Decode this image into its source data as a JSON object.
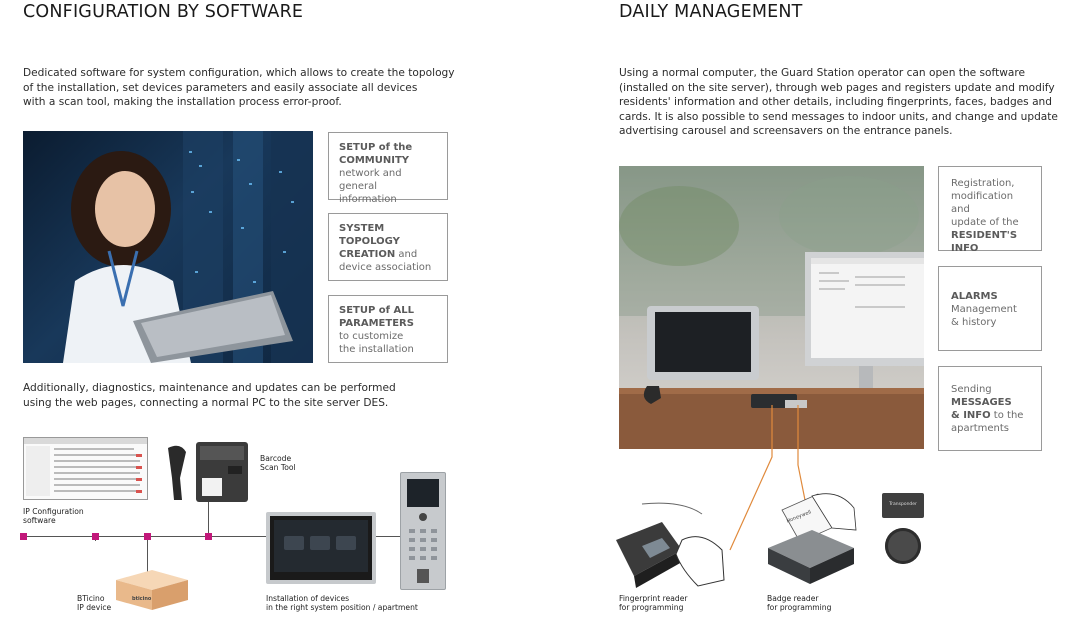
{
  "left": {
    "heading": "CONFIGURATION BY SOFTWARE",
    "intro": [
      "Dedicated software for system configuration, which allows to create the topology",
      "of the installation, set devices parameters and easily associate all devices",
      "with a scan tool, making the installation process error-proof."
    ],
    "boxes": [
      {
        "lines": [
          {
            "b": "SETUP of the"
          },
          {
            "b": "COMMUNITY"
          },
          {
            "t": "network and general"
          },
          {
            "t": "information"
          }
        ]
      },
      {
        "lines": [
          {
            "b": "SYSTEM TOPOLOGY"
          },
          {
            "b": "CREATION",
            "t": " and"
          },
          {
            "t": "device association"
          }
        ]
      },
      {
        "lines": [
          {
            "b": "SETUP of ALL"
          },
          {
            "b": "PARAMETERS"
          },
          {
            "t": "to customize"
          },
          {
            "t": "the installation"
          }
        ]
      }
    ],
    "additional": [
      "Additionally, diagnostics, maintenance and updates can be performed",
      "using the web pages, connecting a normal PC to the site server DES."
    ],
    "captions": {
      "ip_config": [
        "IP Configuration",
        "software"
      ],
      "barcode": [
        "Barcode",
        "Scan Tool"
      ],
      "bticino": [
        "BTicino",
        "IP device"
      ],
      "install": [
        "Installation of devices",
        "in the right system position / apartment"
      ]
    },
    "device_brand": "bticino"
  },
  "right": {
    "heading": "DAILY MANAGEMENT",
    "intro": [
      "Using a normal computer, the Guard Station operator can open the software",
      "(installed on the site server), through web pages and registers update and modify",
      "residents' information and other details, including fingerprints, faces, badges and",
      "cards. It is also possible to send messages to indoor units, and change and update",
      "advertising carousel and screensavers on the entrance panels."
    ],
    "boxes": [
      {
        "lines": [
          {
            "t": "Registration,"
          },
          {
            "t": "modification and"
          },
          {
            "t": "update of the"
          },
          {
            "b": "RESIDENT'S"
          },
          {
            "b": "INFO"
          }
        ]
      },
      {
        "lines": [
          {
            "b": "ALARMS"
          },
          {
            "t": "Management"
          },
          {
            "t": "& history"
          }
        ]
      },
      {
        "lines": [
          {
            "t": "Sending"
          },
          {
            "b": "MESSAGES"
          },
          {
            "b": "& INFO",
            "t": " to the"
          },
          {
            "t": "apartments"
          }
        ]
      }
    ],
    "captions": {
      "fingerprint": [
        "Fingerprint reader",
        "for programming"
      ],
      "badge": [
        "Badge reader",
        "for programming"
      ]
    },
    "badge_label": "Honeywell",
    "tag_label": "Transponder"
  },
  "colors": {
    "accent": "#c2187a",
    "cable": "#e08a3c",
    "box_border": "#9a9a9a"
  }
}
